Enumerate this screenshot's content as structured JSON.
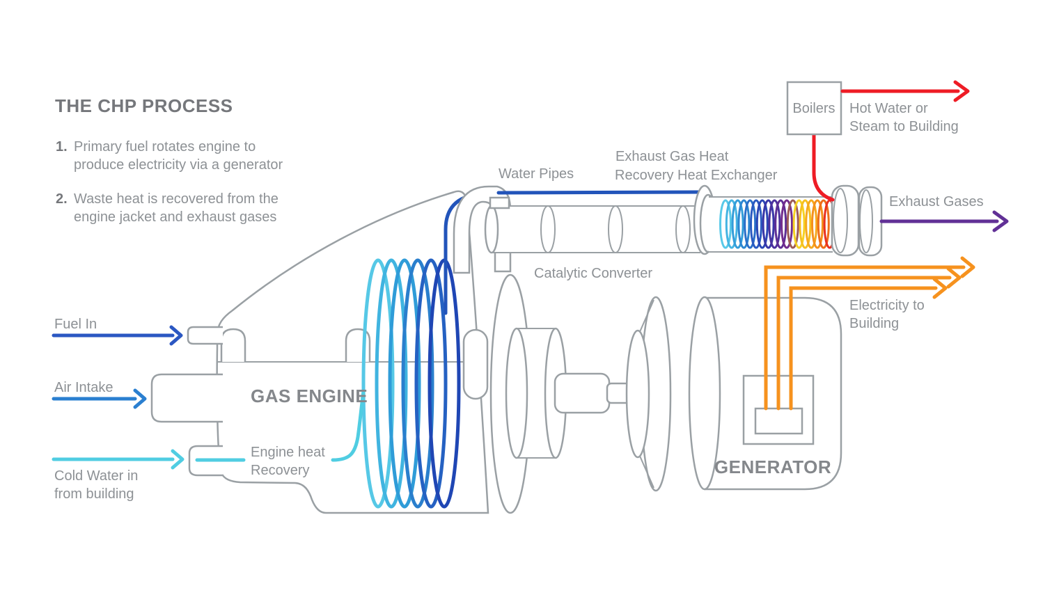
{
  "title": "THE CHP PROCESS",
  "steps": [
    {
      "num": "1.",
      "line1": "Primary fuel rotates engine to",
      "line2": "produce electricity via a generator"
    },
    {
      "num": "2.",
      "line1": "Waste heat is recovered from the",
      "line2": "engine jacket and exhaust gases"
    }
  ],
  "labels": {
    "fuel_in": "Fuel In",
    "air_intake": "Air Intake",
    "cold_water_1": "Cold Water in",
    "cold_water_2": "from building",
    "gas_engine": "GAS ENGINE",
    "engine_heat_1": "Engine heat",
    "engine_heat_2": "Recovery",
    "water_pipes": "Water Pipes",
    "catalytic_converter": "Catalytic Converter",
    "heat_exchanger_1": "Exhaust Gas Heat",
    "heat_exchanger_2": "Recovery Heat Exchanger",
    "boilers": "Boilers",
    "hot_water_1": "Hot Water or",
    "hot_water_2": "Steam to Building",
    "exhaust_gases": "Exhaust Gases",
    "electricity_1": "Electricity to",
    "electricity_2": "Building",
    "generator": "GENERATOR"
  },
  "colors": {
    "fuel_arrow": "#2b57c2",
    "air_arrow": "#2a7fd0",
    "cold_water_arrow": "#50cde2",
    "water_pipe": "#2254ba",
    "hot_water": "#ee1c25",
    "exhaust": "#613096",
    "electricity": "#f6921e",
    "outline": "#9aa0a4",
    "engine_coil": [
      "#56c8e6",
      "#40b4e0",
      "#2f9cd8",
      "#2a7fcd",
      "#2561c2",
      "#1f46b4"
    ],
    "exchanger_coil": [
      "#58c9e8",
      "#45b4e2",
      "#339dd9",
      "#2c86d1",
      "#2a6fc9",
      "#2a5ac1",
      "#2b46b5",
      "#3937a8",
      "#4c309d",
      "#5e2e95",
      "#722c8d",
      "#9c5a56",
      "#f6d224",
      "#f6bf20",
      "#f5a81e",
      "#f4901c",
      "#ee6d19",
      "#e83022"
    ]
  }
}
